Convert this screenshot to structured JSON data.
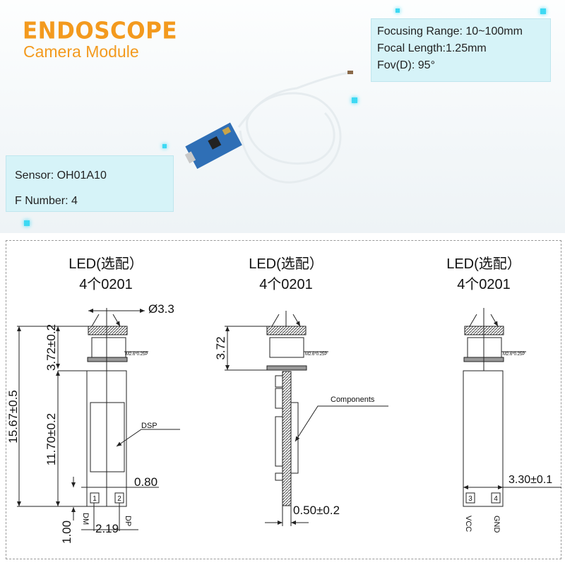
{
  "header": {
    "title_line1": "ENDOSCOPE",
    "title_line2": "Camera Module",
    "accent_color": "#f39a1e"
  },
  "specs_right": [
    "Focusing Range: 10~100mm",
    "Focal Length:1.25mm",
    "Fov(D): 95°"
  ],
  "specs_left": [
    "Sensor: OH01A10",
    "F Number: 4"
  ],
  "drawings": [
    {
      "led_label": "LED(选配）",
      "led_count": "4个0201",
      "diameter": "Ø3.3",
      "lens_height": "3.72±0.2",
      "total_length": "15.67±0.5",
      "board_length": "11.70±0.2",
      "dsp_label": "DSP",
      "pad_offset": "0.80",
      "bottom_margin": "1.00",
      "pad_pitch": "2.19",
      "pad1": "1",
      "pad2": "2",
      "pin1": "DM",
      "pin2": "DP",
      "thread": "M2.6*0.25P"
    },
    {
      "led_label": "LED(选配）",
      "led_count": "4个0201",
      "lens_height": "3.72",
      "components_label": "Components",
      "thickness": "0.50±0.2",
      "thread": "M2.6*0.25P"
    },
    {
      "led_label": "LED(选配）",
      "led_count": "4个0201",
      "board_width": "3.30±0.1",
      "pad1": "3",
      "pad2": "4",
      "pin1": "VCC",
      "pin2": "GND",
      "thread": "M2.6*0.25P"
    }
  ]
}
